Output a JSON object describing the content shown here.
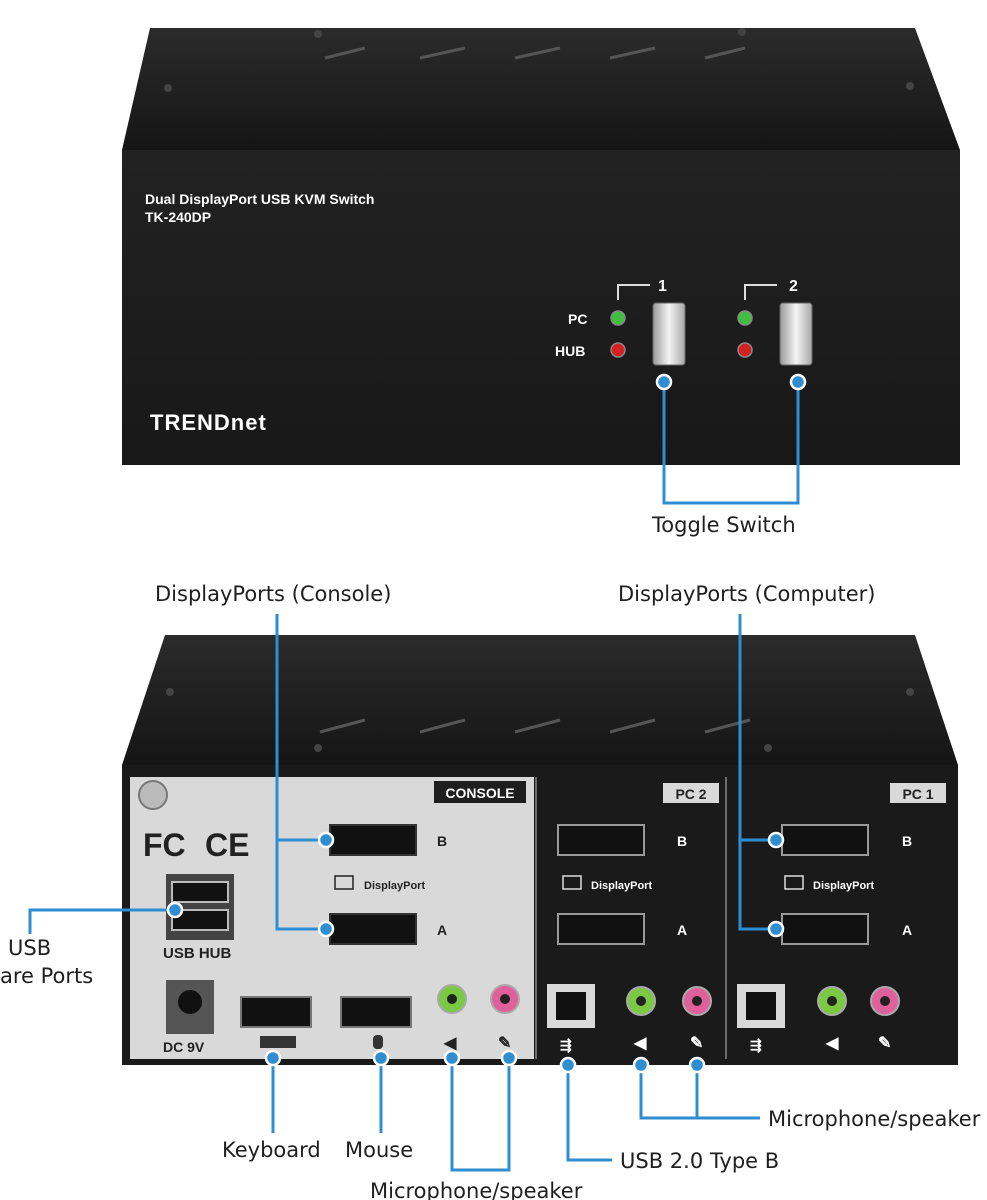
{
  "front": {
    "product_name": "Dual DisplayPort USB KVM Switch",
    "model": "TK-240DP",
    "brand": "TRENDnet",
    "led_pc_label": "PC",
    "led_hub_label": "HUB",
    "channel_1": "1",
    "channel_2": "2"
  },
  "rear": {
    "console_label": "CONSOLE",
    "pc2_label": "PC 2",
    "pc1_label": "PC 1",
    "displayport_text": "DisplayPort",
    "port_b": "B",
    "port_a": "A",
    "usb_hub_label": "USB HUB",
    "dc_label": "DC 9V",
    "fcc_mark": "FC",
    "ce_mark": "CE"
  },
  "callouts": {
    "toggle_switch": "Toggle Switch",
    "displayports_console": "DisplayPorts (Console)",
    "displayports_computer": "DisplayPorts (Computer)",
    "usb_share_ports": "USB\nare Ports",
    "usb_share_line1": "USB",
    "usb_share_line2": "are Ports",
    "keyboard": "Keyboard",
    "mouse": "Mouse",
    "microphone_speaker_console": "Microphone/speaker",
    "usb_type_b": "USB 2.0 Type B",
    "microphone_speaker_pc": "Microphone/speaker"
  },
  "colors": {
    "device_body": "#1b1b1b",
    "device_top": "#262626",
    "console_panel": "#d9d9d9",
    "callout_line": "#2f8ed1",
    "led_green": "#3fbf3f",
    "led_red": "#d42020",
    "audio_green": "#7ac943",
    "audio_pink": "#e0619a"
  }
}
